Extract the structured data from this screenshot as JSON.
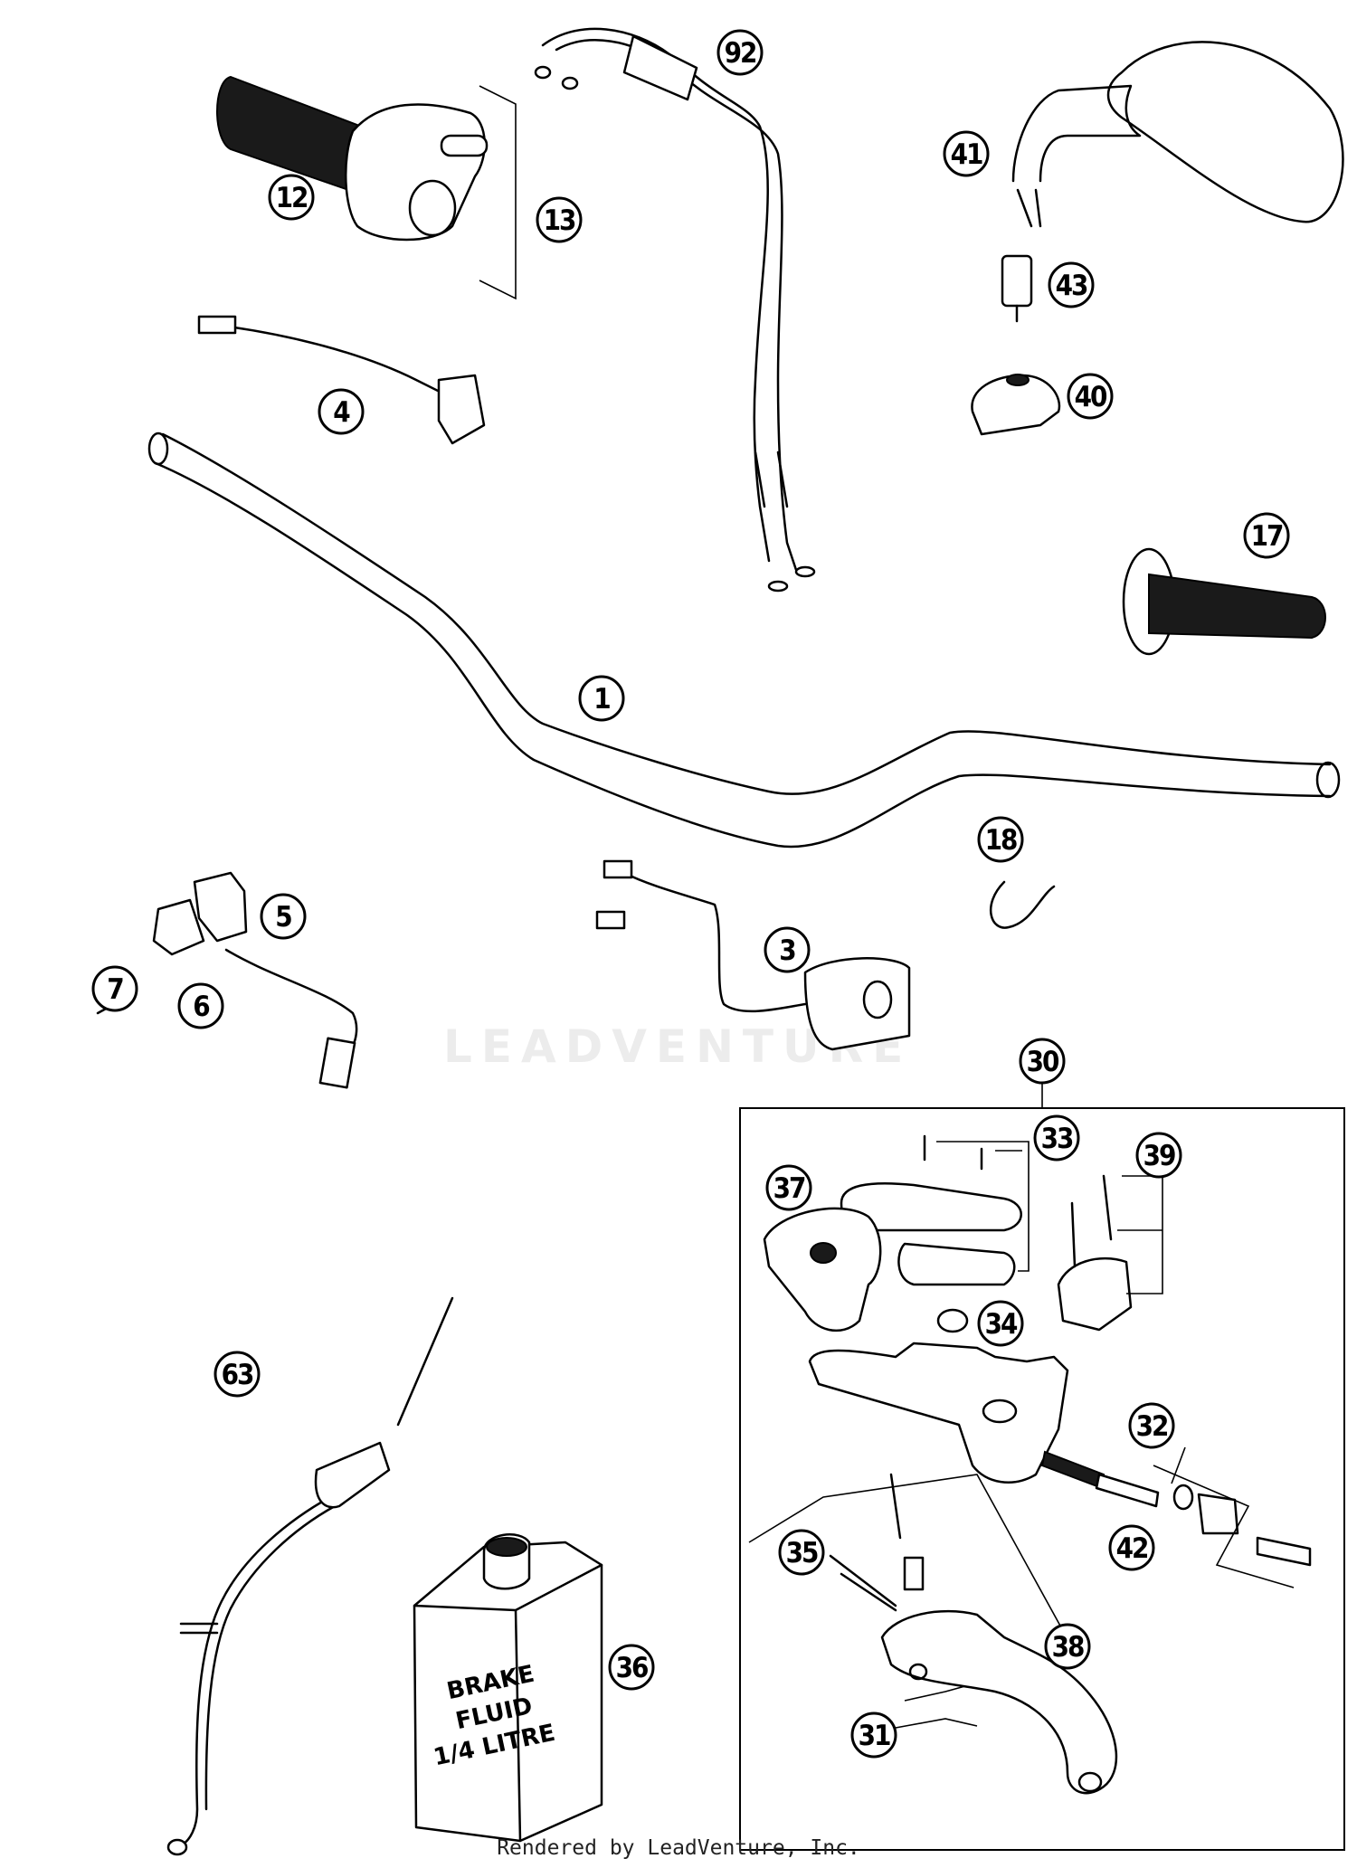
{
  "watermark": "LEADVENTURE",
  "footer": "Rendered by LeadVenture, Inc.",
  "bottle_label": [
    "BRAKE",
    "FLUID",
    "1/4 LITRE"
  ],
  "callouts": [
    {
      "id": "92",
      "label": "92"
    },
    {
      "id": "41",
      "label": "41"
    },
    {
      "id": "12",
      "label": "12"
    },
    {
      "id": "13",
      "label": "13"
    },
    {
      "id": "43",
      "label": "43"
    },
    {
      "id": "40",
      "label": "40"
    },
    {
      "id": "4",
      "label": "4"
    },
    {
      "id": "17",
      "label": "17"
    },
    {
      "id": "1",
      "label": "1"
    },
    {
      "id": "18",
      "label": "18"
    },
    {
      "id": "5",
      "label": "5"
    },
    {
      "id": "3",
      "label": "3"
    },
    {
      "id": "7",
      "label": "7"
    },
    {
      "id": "6",
      "label": "6"
    },
    {
      "id": "30",
      "label": "30"
    },
    {
      "id": "33",
      "label": "33"
    },
    {
      "id": "39",
      "label": "39"
    },
    {
      "id": "37",
      "label": "37"
    },
    {
      "id": "34",
      "label": "34"
    },
    {
      "id": "63",
      "label": "63"
    },
    {
      "id": "32",
      "label": "32"
    },
    {
      "id": "42",
      "label": "42"
    },
    {
      "id": "35",
      "label": "35"
    },
    {
      "id": "38",
      "label": "38"
    },
    {
      "id": "36",
      "label": "36"
    },
    {
      "id": "31",
      "label": "31"
    }
  ]
}
